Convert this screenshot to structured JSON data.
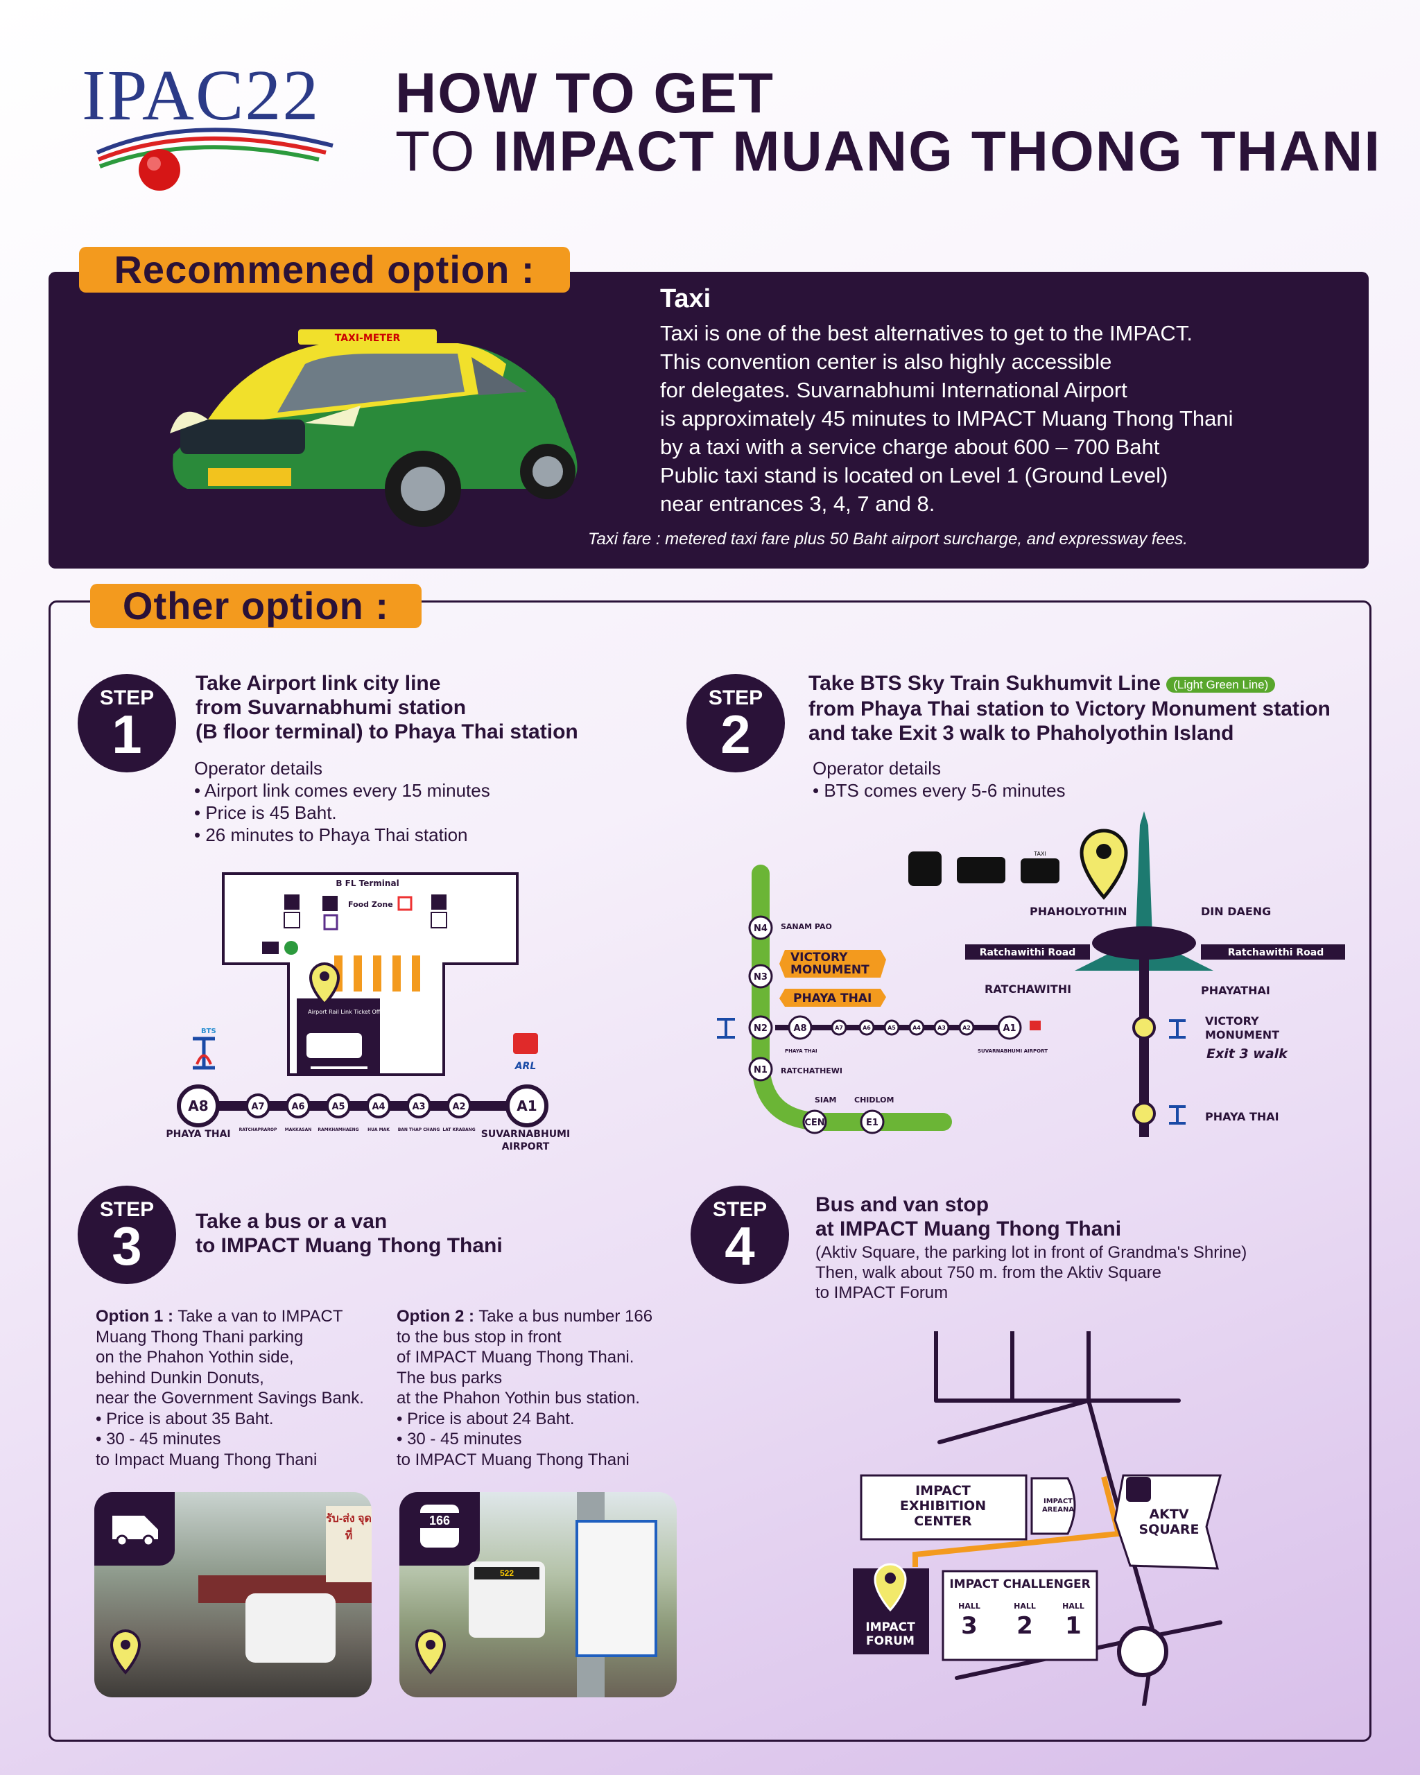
{
  "logo": {
    "text": "IPAC22"
  },
  "header": {
    "line1": "HOW TO GET",
    "line2_prefix": "TO",
    "line2_bold": "IMPACT MUANG THONG THANI"
  },
  "recommended": {
    "tab_label": "Recommened option :",
    "title": "Taxi",
    "description": "Taxi is one of the best alternatives to get to the IMPACT. This convention center is also highly accessible for delegates. Suvarnabhumi International Airport is approximately 45 minutes to IMPACT Muang Thong Thani by a taxi with a service charge about  600 – 700 Baht Public taxi stand is located on Level 1 (Ground Level) near entrances 3, 4, 7 and 8.",
    "desc_lines": [
      "Taxi is one of the best alternatives to get to the IMPACT.",
      "This convention center is also highly accessible",
      "for delegates. Suvarnabhumi International Airport",
      "is approximately 45 minutes to IMPACT Muang Thong Thani",
      "by a taxi with a service charge about  600 – 700 Baht",
      "Public taxi stand is located on Level 1 (Ground Level)",
      "near entrances 3, 4, 7 and 8."
    ],
    "note": "Taxi fare : metered taxi fare plus 50 Baht airport surcharge, and expressway fees.",
    "taxi_sign": "TAXI-METER"
  },
  "other": {
    "tab_label": "Other option :"
  },
  "step_word": "STEP",
  "step1": {
    "number": "1",
    "title_lines": [
      "Take Airport link city line",
      "from Suvarnabhumi station",
      "(B floor terminal) to Phaya Thai station"
    ],
    "operator_heading": "Operator details",
    "details": [
      "• Airport link comes every 15 minutes",
      "• Price is 45 Baht.",
      "• 26 minutes to Phaya Thai station"
    ],
    "map": {
      "terminal": "B FL Terminal",
      "food_zone": "Food Zone",
      "ticket_office": "Airport Rail Link Ticket Office",
      "stations": [
        "A8",
        "A7",
        "A6",
        "A5",
        "A4",
        "A3",
        "A2",
        "A1"
      ],
      "station_names": [
        "RATCHAPRAROP",
        "MAKKASAN",
        "RAMKHAMHAENG",
        "HUA MAK",
        "BAN THAP CHANG",
        "LAT KRABANG"
      ],
      "left_label": "PHAYA THAI",
      "right_label_1": "SUVARNABHUMI",
      "right_label_2": "AIRPORT",
      "bts": "BTS",
      "arl": "ARL"
    }
  },
  "step2": {
    "number": "2",
    "title_line1": "Take BTS Sky Train Sukhumvit Line",
    "badge": "(Light Green Line)",
    "title_line2": "from Phaya Thai station to Victory Monument station",
    "title_line3": "and take Exit 3 walk to Phaholyothin Island",
    "operator_heading": "Operator details",
    "details": [
      "• BTS comes every 5-6 minutes"
    ],
    "map": {
      "n4": "N4",
      "n3": "N3",
      "n2": "N2",
      "n1": "N1",
      "cen": "CEN",
      "e1": "E1",
      "sanam_pao": "SANAM PAO",
      "victory": "VICTORY MONUMENT",
      "victory_l1": "VICTORY",
      "victory_l2": "MONUMENT",
      "phaya_thai_tag": "PHAYA THAI",
      "ratchathewi_station": "RATCHATHEWI",
      "siam": "SIAM",
      "chidlom": "CHIDLOM",
      "arl_stations": [
        "A8",
        "A7",
        "A6",
        "A5",
        "A4",
        "A3",
        "A2",
        "A1"
      ],
      "phaya_thai_small": "PHAYA THAI",
      "suvarnabhumi_small": "SUVARNABHUMI AIRPORT",
      "phaholyothin": "PHAHOLYOTHIN",
      "din_daeng": "DIN DAENG",
      "ratchawithi_road": "Ratchawithi Road",
      "ratchawithi": "RATCHAWITHI",
      "phayathai": "PHAYATHAI",
      "exit": "Exit 3 walk",
      "phaya_thai_bottom": "PHAYA THAI",
      "taxi_sign": "TAXI"
    }
  },
  "step3": {
    "number": "3",
    "title_lines": [
      "Take a bus or a van",
      "to IMPACT Muang Thong Thani"
    ],
    "option1_label": "Option 1 :",
    "option1_lines": [
      "Take a van to IMPACT",
      "Muang Thong Thani parking",
      "on the Phahon Yothin side,",
      "behind Dunkin Donuts,",
      "near the Government Savings Bank.",
      "• Price is about 35 Baht.",
      "• 30 - 45 minutes",
      "to Impact Muang Thong Thani"
    ],
    "option2_label": "Option 2 :",
    "option2_lines": [
      "Take a bus  number 166",
      "to the bus stop in front",
      "of IMPACT Muang Thong Thani.",
      "The bus parks",
      "at the Phahon Yothin bus station.",
      "• Price is about 24 Baht.",
      "• 30 - 45 minutes",
      "to IMPACT Muang Thong Thani"
    ],
    "bus_number": "166",
    "photo_bus_route": "522",
    "photo_shop_sign": "รับ-ส่ง จุดที่"
  },
  "step4": {
    "number": "4",
    "title_lines": [
      "Bus and van stop",
      "at IMPACT Muang Thong Thani"
    ],
    "detail_lines": [
      "(Aktiv Square, the parking lot in front of Grandma's Shrine)",
      "Then, walk about 750 m. from the Aktiv Square",
      "to IMPACT Forum"
    ],
    "map": {
      "exhibition": [
        "IMPACT",
        "EXHIBITION",
        "CENTER"
      ],
      "arena": [
        "IMPACT",
        "AREANA"
      ],
      "aktv": [
        "AKTV",
        "SQUARE"
      ],
      "challenger": "IMPACT CHALLENGER",
      "hall": "HALL",
      "halls": [
        "3",
        "2",
        "1"
      ],
      "forum": [
        "IMPACT",
        "FORUM"
      ]
    }
  },
  "colors": {
    "accent_orange": "#f39a1e",
    "dark_purple": "#2a1238",
    "bts_green": "#6bb536",
    "pin_yellow": "#f2e96b"
  }
}
